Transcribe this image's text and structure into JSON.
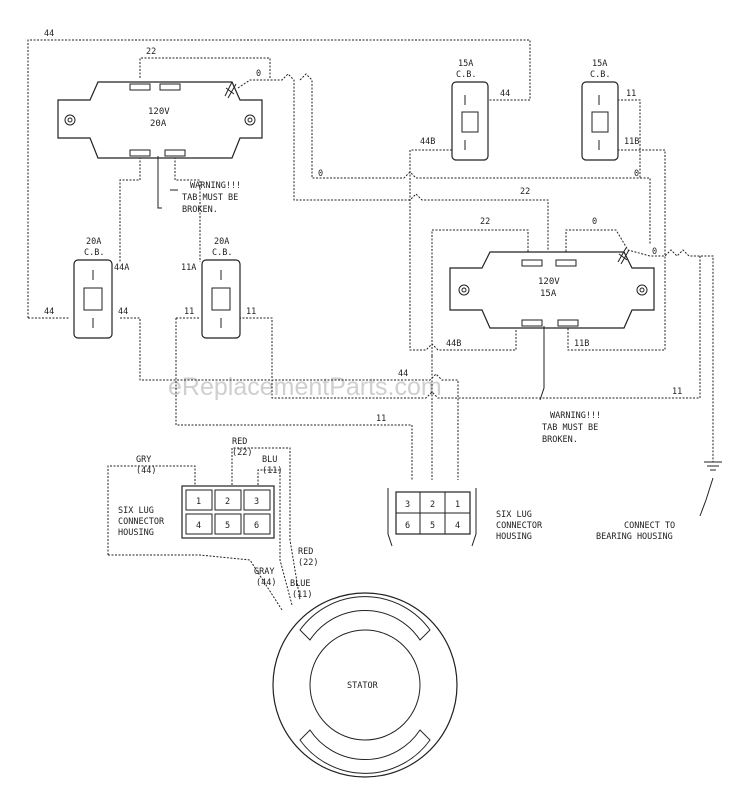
{
  "watermark": "eReplacementParts.com",
  "wire_labels": {
    "w44_top": "44",
    "w22_top": "22",
    "w0_top": "0",
    "w44_cb": "44",
    "w11_cb": "11",
    "w44b": "44B",
    "w11b": "11B",
    "w0_center": "0",
    "w0_right": "0",
    "w22_mid": "22",
    "w22_left": "22",
    "w0_mid": "0",
    "w0_far": "0",
    "w44a": "44A",
    "w11a": "11A",
    "w44_left1": "44",
    "w44_left2": "44",
    "w11_mid1": "11",
    "w11_mid2": "11",
    "w44b_low": "44B",
    "w11b_low": "11B",
    "w44_center": "44",
    "w11_center": "11",
    "w11_right": "11"
  },
  "receptacle_left": {
    "line1": "120V",
    "line2": "20A"
  },
  "receptacle_right": {
    "line1": "120V",
    "line2": "15A"
  },
  "breakers": {
    "cb1": {
      "line1": "15A",
      "line2": "C.B."
    },
    "cb2": {
      "line1": "15A",
      "line2": "C.B."
    },
    "cb3": {
      "line1": "20A",
      "line2": "C.B."
    },
    "cb4": {
      "line1": "20A",
      "line2": "C.B."
    }
  },
  "warning_left": {
    "line1": "WARNING!!!",
    "line2": "TAB MUST BE",
    "line3": "BROKEN."
  },
  "warning_right": {
    "line1": "WARNING!!!",
    "line2": "TAB MUST BE",
    "line3": "BROKEN."
  },
  "connector_left": {
    "label1": "SIX LUG",
    "label2": "CONNECTOR",
    "label3": "HOUSING",
    "wire_top_left": "GRY",
    "wire_top_left_num": "(44)",
    "wire_top_mid": "RED",
    "wire_top_mid_num": "(22)",
    "wire_top_right": "BLU",
    "wire_top_right_num": "(11)",
    "pins_top": [
      "1",
      "2",
      "3"
    ],
    "pins_bottom": [
      "4",
      "5",
      "6"
    ]
  },
  "connector_right": {
    "label1": "SIX LUG",
    "label2": "CONNECTOR",
    "label3": "HOUSING",
    "pins_top": [
      "3",
      "2",
      "1"
    ],
    "pins_bottom": [
      "6",
      "5",
      "4"
    ]
  },
  "stator_leads": {
    "red": "RED",
    "red_num": "(22)",
    "gray": "GRAY",
    "gray_num": "(44)",
    "blue": "BLUE",
    "blue_num": "(11)"
  },
  "stator_label": "STATOR",
  "ground": {
    "line1": "CONNECT TO",
    "line2": "BEARING HOUSING"
  }
}
